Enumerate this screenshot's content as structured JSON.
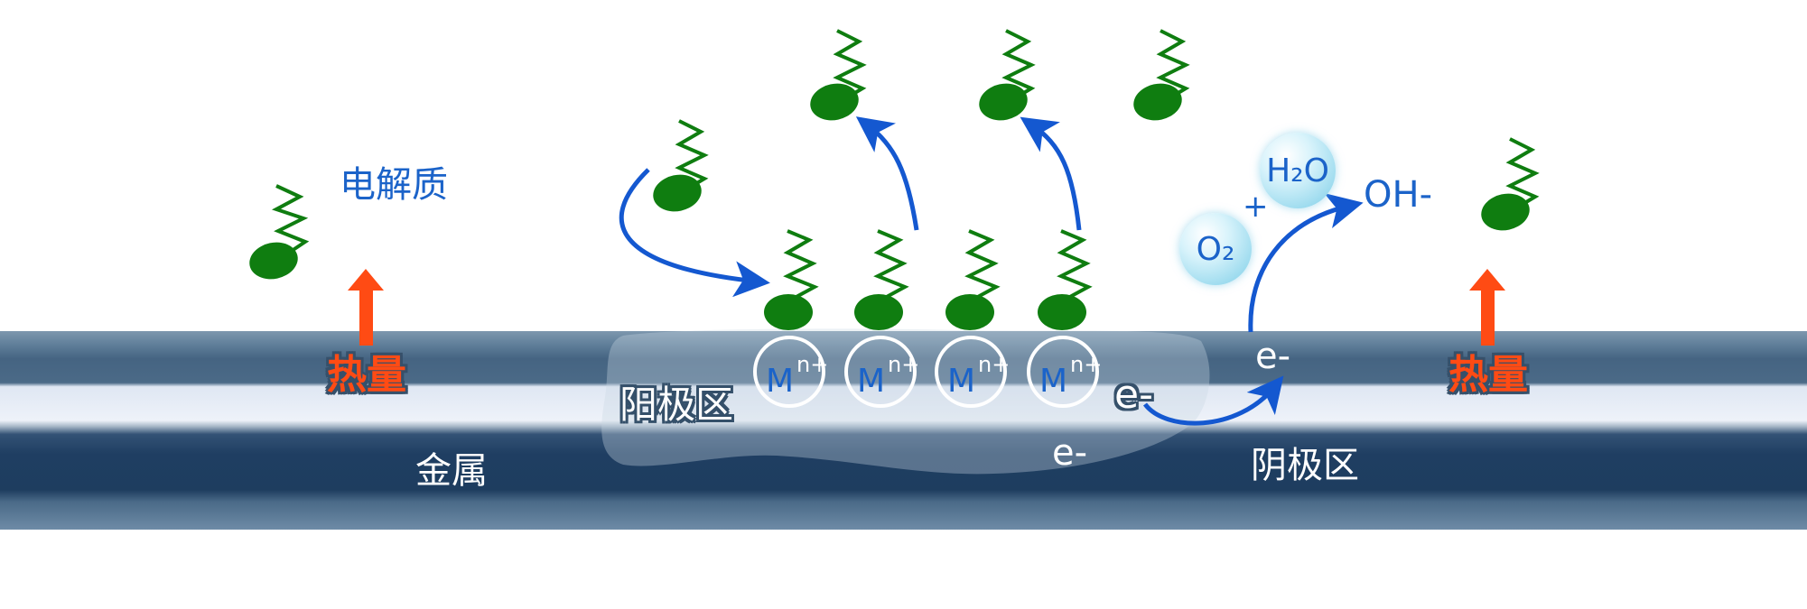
{
  "labels": {
    "electrolyte": "电解质",
    "metal": "金属",
    "anode_zone": "阳极区",
    "cathode_zone": "阴极区",
    "heat": "热量",
    "hydroxide": "OH-",
    "plus": "+",
    "water": "H₂O",
    "oxygen": "O₂",
    "electron": "e-"
  },
  "ions": [
    {
      "symbol": "M",
      "charge": "n+"
    },
    {
      "symbol": "M",
      "charge": "n+"
    },
    {
      "symbol": "M",
      "charge": "n+"
    },
    {
      "symbol": "M",
      "charge": "n+"
    }
  ],
  "colors": {
    "metal_dark": "#1e3d5f",
    "metal_mid": "#4d6d8b",
    "metal_light": "#e8eef6",
    "molecule_green": "#0f7d10",
    "arrow_blue": "#1458d0",
    "heat_orange": "#ff4b14"
  }
}
